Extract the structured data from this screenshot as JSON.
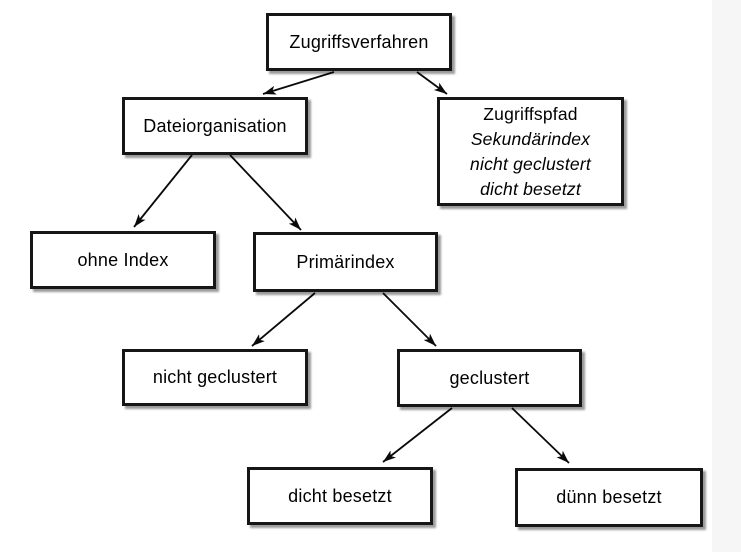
{
  "nodes": {
    "zugriffsverfahren": {
      "label": "Zugriffsverfahren"
    },
    "dateiorganisation": {
      "label": "Dateiorganisation"
    },
    "zugriffspfad": {
      "lines": [
        "Zugriffspfad",
        "Sekundärindex",
        "nicht geclustert",
        "dicht besetzt"
      ]
    },
    "ohne_index": {
      "label": "ohne Index"
    },
    "primaerindex": {
      "label": "Primärindex"
    },
    "nicht_geclustert": {
      "label": "nicht geclustert"
    },
    "geclustert": {
      "label": "geclustert"
    },
    "dicht_besetzt": {
      "label": "dicht besetzt"
    },
    "duenn_besetzt": {
      "label": "dünn besetzt"
    }
  },
  "edges": [
    {
      "from": "zugriffsverfahren",
      "to": "dateiorganisation"
    },
    {
      "from": "zugriffsverfahren",
      "to": "zugriffspfad"
    },
    {
      "from": "dateiorganisation",
      "to": "ohne_index"
    },
    {
      "from": "dateiorganisation",
      "to": "primaerindex"
    },
    {
      "from": "primaerindex",
      "to": "nicht_geclustert"
    },
    {
      "from": "primaerindex",
      "to": "geclustert"
    },
    {
      "from": "geclustert",
      "to": "dicht_besetzt"
    },
    {
      "from": "geclustert",
      "to": "duenn_besetzt"
    }
  ],
  "colors": {
    "background": "#ffffff",
    "right_strip": "#f6f6f7",
    "box_fill": "#ffffff",
    "box_border": "#161616",
    "text": "#000000",
    "arrow": "#0a0a0a"
  }
}
